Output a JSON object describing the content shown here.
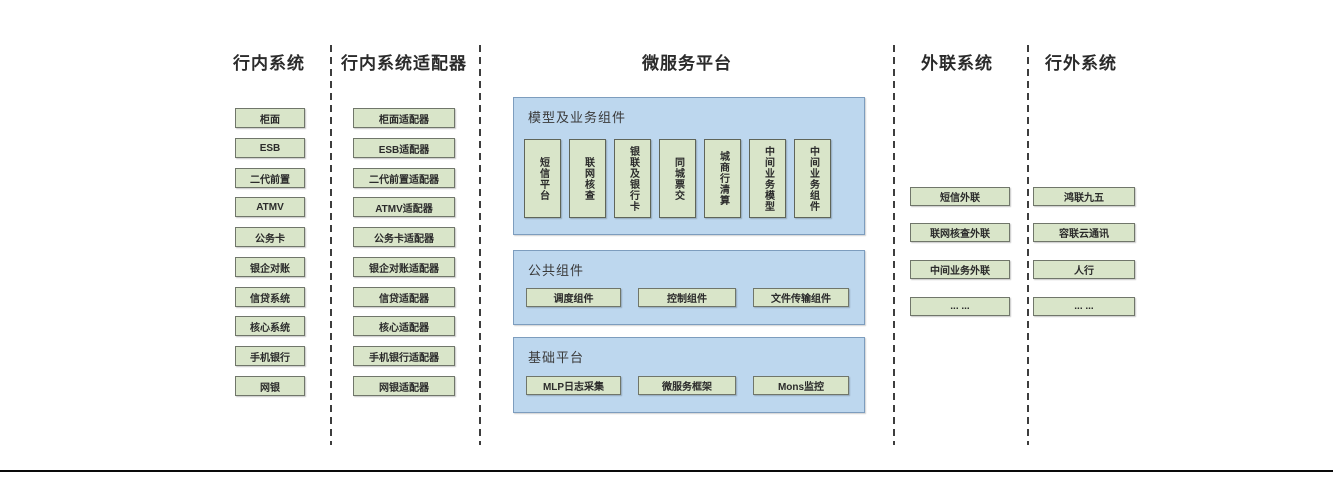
{
  "columns": [
    {
      "id": "internal-systems",
      "title": "行内系统",
      "items": [
        "柜面",
        "ESB",
        "二代前置",
        "ATMV",
        "公务卡",
        "银企对账",
        "信贷系统",
        "核心系统",
        "手机银行",
        "网银"
      ]
    },
    {
      "id": "internal-system-adapters",
      "title": "行内系统适配器",
      "items": [
        "柜面适配器",
        "ESB适配器",
        "二代前置适配器",
        "ATMV适配器",
        "公务卡适配器",
        "银企对账适配器",
        "信贷适配器",
        "核心适配器",
        "手机银行适配器",
        "网银适配器"
      ]
    },
    {
      "id": "microservice-platform",
      "title": "微服务平台",
      "groups": [
        {
          "title": "模型及业务组件",
          "items": [
            "短信平台",
            "联网核查",
            "银联及银行卡",
            "同城票交",
            "城商行清算",
            "中间业务模型",
            "中间业务组件"
          ]
        },
        {
          "title": "公共组件",
          "items": [
            "调度组件",
            "控制组件",
            "文件传输组件"
          ]
        },
        {
          "title": "基础平台",
          "items": [
            "MLP日志采集",
            "微服务框架",
            "Mons监控"
          ]
        }
      ]
    },
    {
      "id": "outlink-systems",
      "title": "外联系统",
      "items": [
        "短信外联",
        "联网核查外联",
        "中间业务外联",
        "... ..."
      ]
    },
    {
      "id": "external-systems",
      "title": "行外系统",
      "items": [
        "鸿联九五",
        "容联云通讯",
        "人行",
        "... ..."
      ]
    }
  ],
  "colors": {
    "box_fill_green": "#d9e5c9",
    "box_border_green": "#70766a",
    "panel_fill_blue": "#bdd7ee",
    "panel_border_blue": "#7d9dbe",
    "divider": "#3d3d3d",
    "text": "#2b2b2b",
    "bottom_rule": "#0a0a0a"
  }
}
